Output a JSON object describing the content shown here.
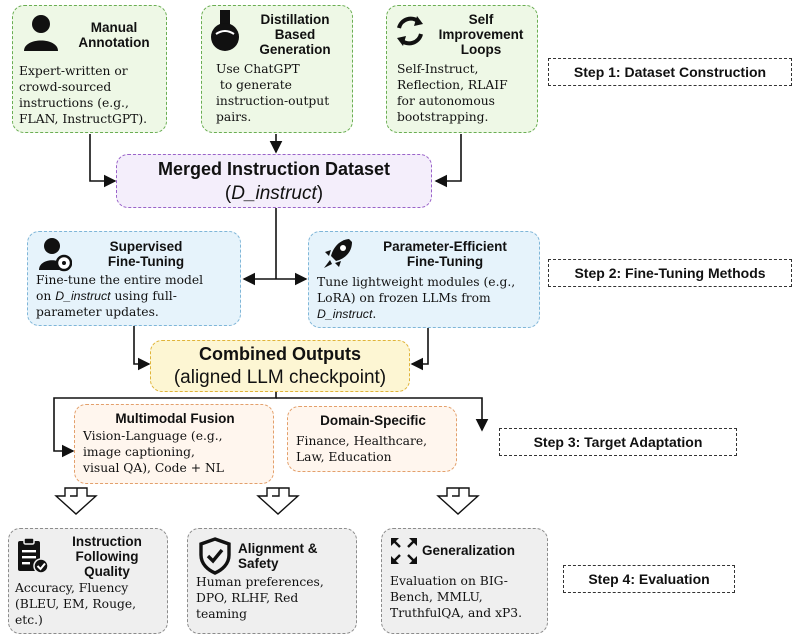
{
  "step1": {
    "label": "Step 1: Dataset Construction",
    "manual": {
      "title_1": "Manual",
      "title_2": "Annotation",
      "lines": [
        "Expert-written or",
        "crowd-sourced",
        "instructions (e.g.,",
        "FLAN, InstructGPT)."
      ]
    },
    "distill": {
      "title_1": "Distillation",
      "title_2": "Based",
      "title_3": "Generation",
      "lines": [
        "Use ChatGPT",
        " to generate",
        "instruction-output",
        "pairs."
      ]
    },
    "self": {
      "title_1": "Self",
      "title_2": "Improvement",
      "title_3": "Loops",
      "lines": [
        "Self-Instruct,",
        "Reflection, RLAIF",
        "for autonomous",
        "bootstrapping."
      ]
    }
  },
  "merged": {
    "title": "Merged Instruction Dataset",
    "subtitle_open": "(",
    "subtitle_var": "D_instruct",
    "subtitle_close": ")"
  },
  "step2": {
    "label": "Step 2: Fine-Tuning Methods",
    "sft": {
      "title_1": "Supervised",
      "title_2": "Fine-Tuning",
      "line1": "Fine-tune the entire model",
      "line2_pre": "on ",
      "line2_var": "D_instruct",
      "line2_post": " using full-",
      "line3": "parameter updates."
    },
    "peft": {
      "title_1": "Parameter-Efficient",
      "title_2": "Fine-Tuning",
      "line1": "Tune lightweight modules (e.g.,",
      "line2": "LoRA) on frozen LLMs from",
      "line3_var": "D_instruct",
      "line3_post": "."
    }
  },
  "combined": {
    "title": "Combined Outputs",
    "subtitle": "(aligned LLM checkpoint)"
  },
  "step3": {
    "label": "Step 3: Target Adaptation",
    "multimodal": {
      "title": "Multimodal Fusion",
      "lines": [
        "Vision-Language (e.g.,",
        "image captioning,",
        "visual QA), Code + NL"
      ]
    },
    "domain": {
      "title": "Domain-Specific",
      "lines": [
        "Finance, Healthcare,",
        "Law, Education"
      ]
    }
  },
  "step4": {
    "label": "Step 4: Evaluation",
    "ifq": {
      "title_1": "Instruction",
      "title_2": "Following",
      "title_3": "Quality",
      "lines": [
        "Accuracy, Fluency",
        "(BLEU, EM, Rouge,",
        "etc.)"
      ]
    },
    "align": {
      "title_1": "Alignment &",
      "title_2": "Safety",
      "lines": [
        "Human preferences,",
        "DPO, RLHF, Red",
        "teaming"
      ]
    },
    "gen": {
      "title": "Generalization",
      "lines": [
        "Evaluation on BIG-",
        "Bench, MMLU,",
        "TruthfulQA, and xP3."
      ]
    }
  },
  "icons": [
    "person-icon",
    "flask-icon",
    "cycle-arrows-icon",
    "user-gear-icon",
    "rocket-icon",
    "clipboard-check-icon",
    "shield-check-icon",
    "expand-arrows-icon"
  ]
}
